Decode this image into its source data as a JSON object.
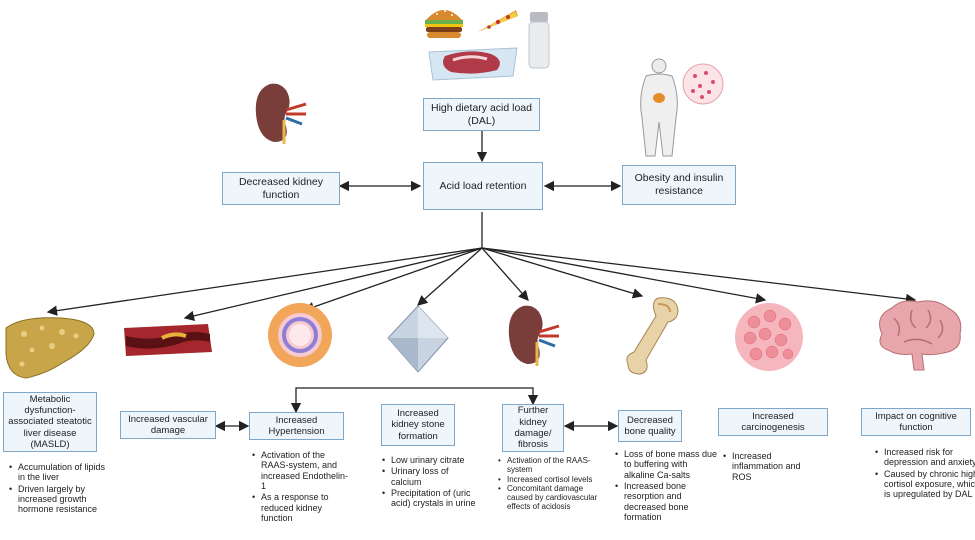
{
  "nodes": {
    "dal": "High dietary acid load (DAL)",
    "retention": "Acid load retention",
    "kidney_function": "Decreased kidney function",
    "obesity": "Obesity and insulin resistance",
    "masld": "Metabolic dysfunction-associated steatotic liver disease (MASLD)",
    "vascular": "Increased vascular damage",
    "hypertension": "Increased Hypertension",
    "stone": "Increased kidney stone formation",
    "damage": "Further kidney damage/ fibrosis",
    "bone": "Decreased bone quality",
    "carcino": "Increased carcinogenesis",
    "cognitive": "Impact on cognitive function"
  },
  "bullets": {
    "masld": [
      "Accumulation of lipids in the liver",
      "Driven largely by increased growth hormone resistance"
    ],
    "hypertension": [
      "Activation of the RAAS-system, and increased Endothelin-1",
      "As a response to reduced kidney function"
    ],
    "stone": [
      "Low urinary citrate",
      "Urinary loss of calcium",
      "Precipitation of (uric acid) crystals in urine"
    ],
    "damage": [
      "Activation of the RAAS-system",
      "Increased cortisol levels",
      "Concomitant damage caused by cardiovascular effects of acidosis"
    ],
    "bone": [
      "Loss of bone mass due to buffering with alkaline Ca-salts",
      "Increased bone resorption and decreased bone formation"
    ],
    "carcino": [
      "Increased inflammation and ROS"
    ],
    "cognitive": [
      "Increased risk for depression and anxiety",
      "Caused by chronic high cortisol exposure, which is upregulated by DAL"
    ]
  },
  "icons": [
    "burger-icon",
    "pizza-icon",
    "salt-shaker-icon",
    "meat-tray-icon",
    "kidney-icon",
    "obese-body-icon",
    "fat-cell-icon",
    "liver-icon",
    "blood-vessel-icon",
    "artery-cross-section-icon",
    "crystal-icon",
    "kidney-icon",
    "bone-icon",
    "tumor-icon",
    "brain-icon"
  ],
  "colors": {
    "box_border": "#7fa7c9",
    "box_fill": "#eef5fb",
    "arrow": "#222222"
  }
}
